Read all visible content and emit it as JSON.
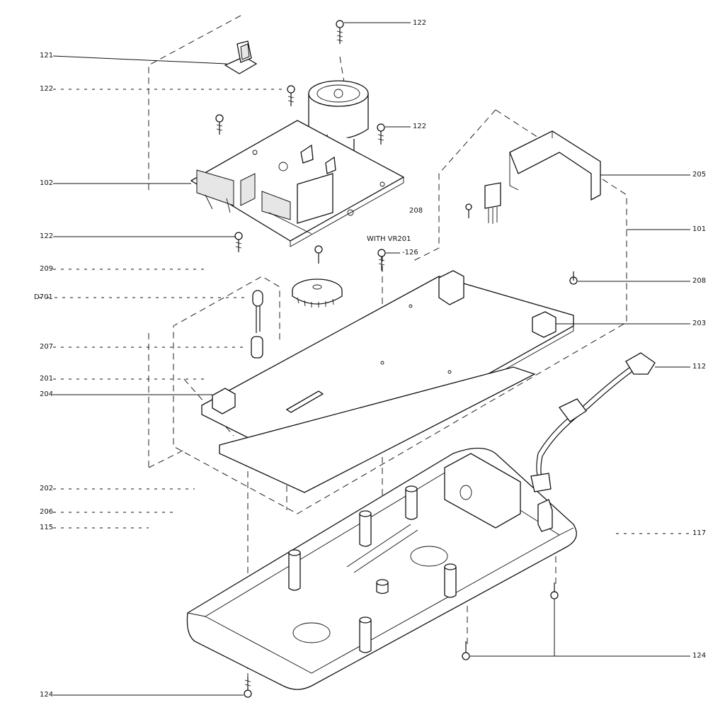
{
  "diagram": {
    "callouts": {
      "c121": "121",
      "c122_top": "122",
      "c122_left": "122",
      "c122_right": "122",
      "c102": "102",
      "c205": "205",
      "c208_upper": "208",
      "c101": "101",
      "c122_mid": "122",
      "c_with_vr201": "WITH VR201",
      "c126": "-126",
      "c209": "209",
      "c208_right": "208",
      "cD701": "D701",
      "c203": "203",
      "c207": "207",
      "c112": "112",
      "c201": "201",
      "c204": "204",
      "c202": "202",
      "c206": "206",
      "c115": "115",
      "c117": "117",
      "c124_right": "124",
      "c124_bottom": "124"
    }
  }
}
